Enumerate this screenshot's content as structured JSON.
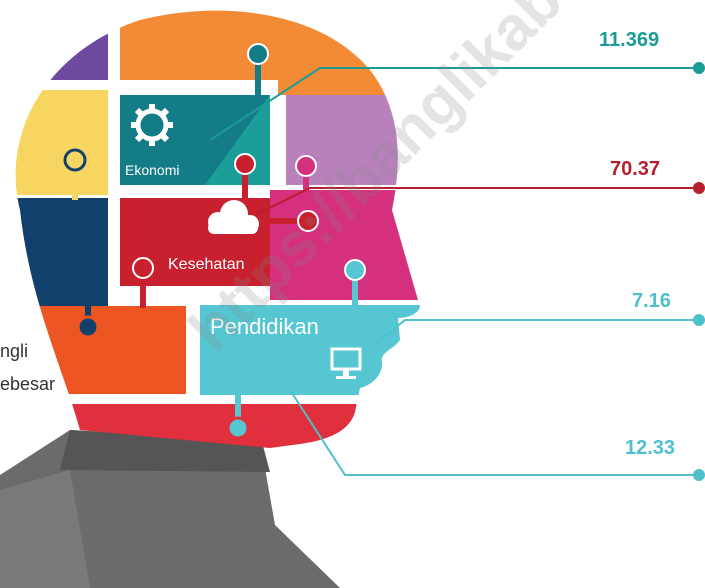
{
  "watermark": "https://banglikab",
  "side_label": {
    "line1": "ngli",
    "line2": "ebesar"
  },
  "blocks": {
    "ekonomi": "Ekonomi",
    "kesehatan": "Kesehatan",
    "pendidikan": "Pendidikan"
  },
  "indicators": [
    {
      "value": "11.369",
      "color": "#1a9c94"
    },
    {
      "value": "70.37",
      "color": "#b5202e"
    },
    {
      "value": "7.16",
      "color": "#4fc0cc"
    },
    {
      "value": "12.33",
      "color": "#4fc0cc"
    }
  ],
  "icons": {
    "ekonomi": "gear-icon",
    "kesehatan": "cloud-icon",
    "pendidikan": "monitor-icon"
  }
}
